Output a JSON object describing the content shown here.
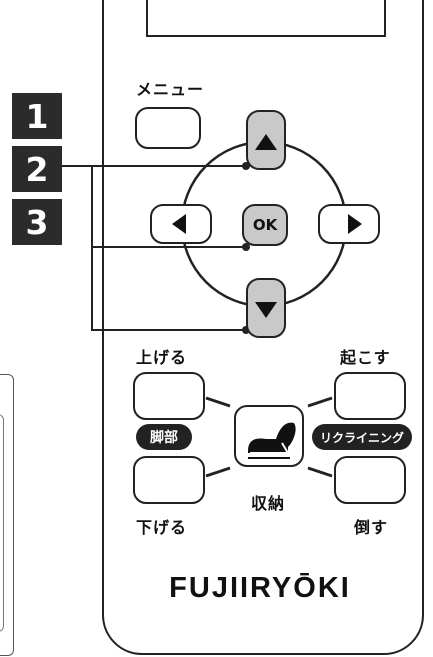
{
  "steps": [
    "1",
    "2",
    "3"
  ],
  "remote": {
    "menu_label": "メニュー",
    "ok_label": "OK",
    "raise_label": "上げる",
    "lower_label": "下げる",
    "sit_up_label": "起こす",
    "recline_label": "倒す",
    "leg_badge": "脚部",
    "recline_badge": "リクライニング",
    "stow_label": "収納",
    "brand": "FUJIIRYŌKI"
  },
  "colors": {
    "button_gray": "#c9c9c9",
    "dark": "#2b2b2b"
  }
}
